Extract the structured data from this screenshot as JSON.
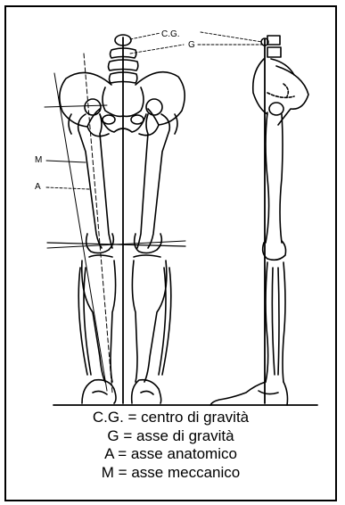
{
  "labels": {
    "cg": "C.G.",
    "g": "G",
    "m": "M",
    "a": "A"
  },
  "legend": [
    "C.G. = centro di gravità",
    "G = asse di gravità",
    "A = asse anatomico",
    "M = asse meccanico"
  ],
  "colors": {
    "ink": "#000000",
    "paper": "#ffffff"
  }
}
